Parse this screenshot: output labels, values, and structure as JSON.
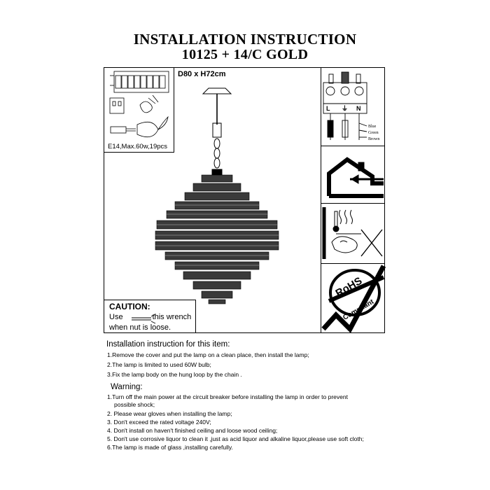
{
  "header": {
    "title": "INSTALLATION INSTRUCTION",
    "model": "10125 + 14/C GOLD"
  },
  "spec": {
    "dimensions": "D80 x H72cm",
    "bulb": "E14,Max.60w,19pcs"
  },
  "wiring": {
    "terminals": [
      "L",
      "⏚",
      "N"
    ],
    "wires": [
      "Blue",
      "Green",
      "Brown"
    ]
  },
  "caution": {
    "title": "CAUTION:",
    "line1_a": "Use",
    "line1_b": "this wrench",
    "line2": "when nut  is loose."
  },
  "rohs": {
    "top": "RoHS",
    "bottom": "Compliant"
  },
  "install": {
    "heading": "Installation instruction for this item:",
    "steps": [
      "1.Remove the cover and put the lamp on a clean place, then install the lamp;",
      "2.The lamp is limited to used  60W bulb;",
      "3.Fix the lamp body on the  hung loop by the chain ."
    ]
  },
  "warning": {
    "heading": "Warning:",
    "items": [
      "1.Turn off the main power at the circuit breaker before installing the lamp in order to prevent",
      "   possible shock;",
      "2. Please wear gloves when installing the lamp;",
      "3. Don't exceed the rated voltage 240V;",
      "4. Don't install on haven't finished ceiling and loose wood ceiling;",
      "5. Don't use corrosive liquor to clean it ,just as acid liquor and alkaline liquor,please use soft cloth;",
      "6.The lamp is made of  glass ,installing carefully."
    ]
  }
}
